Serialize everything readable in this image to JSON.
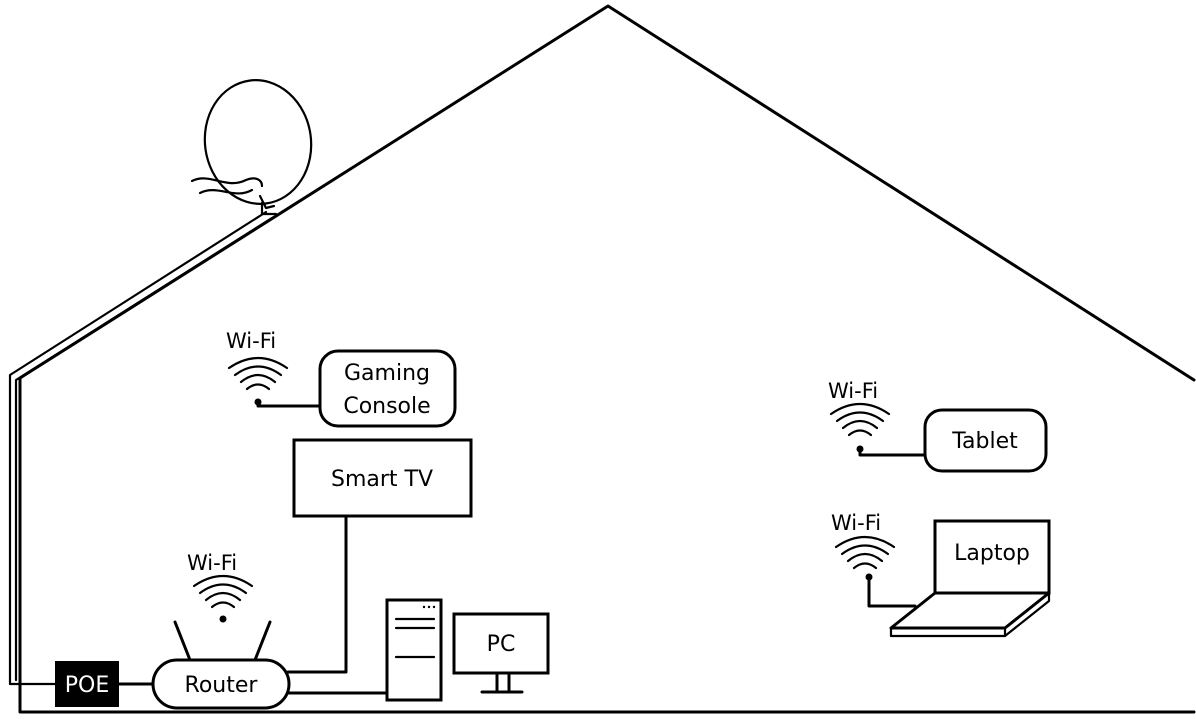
{
  "wifi_label": "Wi-Fi",
  "devices": {
    "gaming_console_line1": "Gaming",
    "gaming_console_line2": "Console",
    "smart_tv": "Smart TV",
    "router": "Router",
    "poe": "POE",
    "pc": "PC",
    "tablet": "Tablet",
    "laptop": "Laptop"
  },
  "colors": {
    "stroke": "#000000",
    "poe_fill": "#000000",
    "poe_text": "#ffffff",
    "background": "#ffffff"
  }
}
